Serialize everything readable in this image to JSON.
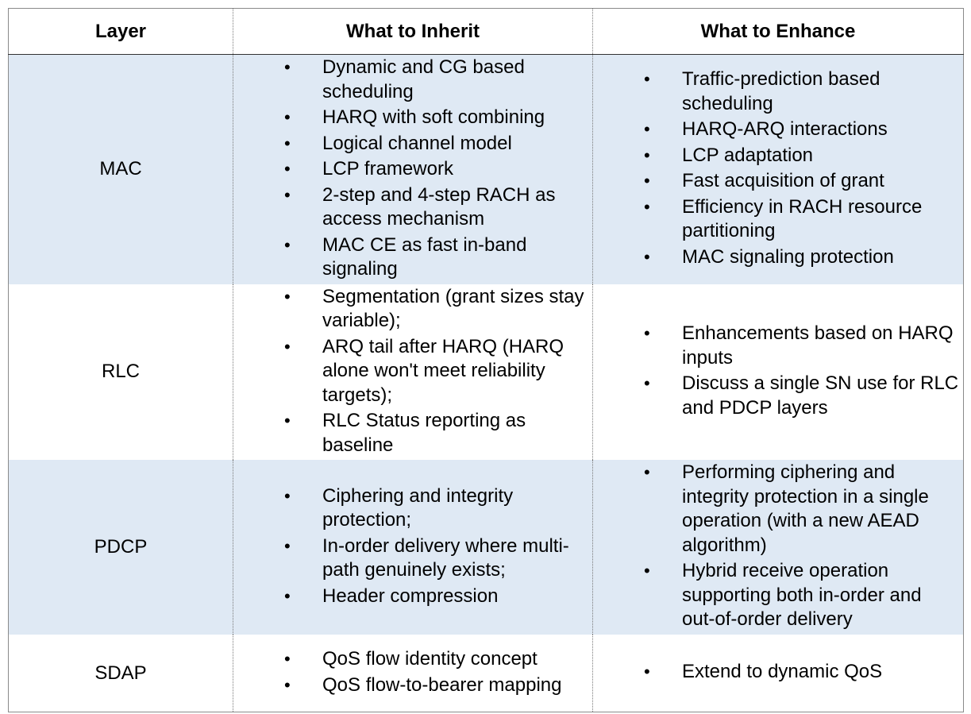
{
  "headers": {
    "layer": "Layer",
    "inherit": "What to Inherit",
    "enhance": "What to Enhance"
  },
  "rows": [
    {
      "layer": "MAC",
      "shaded": true,
      "inherit": [
        "Dynamic and CG based scheduling",
        "HARQ with soft combining",
        "Logical channel model",
        "LCP framework",
        "2-step and 4-step RACH as access mechanism",
        "MAC CE as fast in-band signaling"
      ],
      "enhance": [
        "Traffic-prediction based scheduling",
        "HARQ-ARQ interactions",
        "LCP adaptation",
        "Fast acquisition of grant",
        "Efficiency in RACH resource partitioning",
        "MAC signaling protection"
      ]
    },
    {
      "layer": "RLC",
      "shaded": false,
      "inherit": [
        "Segmentation (grant sizes stay variable);",
        "ARQ tail after HARQ (HARQ alone won't meet reliability targets);",
        "RLC Status reporting as baseline"
      ],
      "enhance": [
        "Enhancements based on HARQ inputs",
        "Discuss a single SN use for RLC and PDCP layers"
      ]
    },
    {
      "layer": "PDCP",
      "shaded": true,
      "inherit": [
        "Ciphering and integrity protection;",
        "In-order delivery where multi-path genuinely exists;",
        "Header compression"
      ],
      "enhance": [
        "Performing ciphering and integrity protection in a single operation (with a new AEAD algorithm)",
        "Hybrid receive operation supporting both in-order and out-of-order delivery"
      ]
    },
    {
      "layer": "SDAP",
      "shaded": false,
      "inherit": [
        "QoS flow identity concept",
        "QoS flow-to-bearer mapping"
      ],
      "enhance": [
        "Extend to dynamic QoS"
      ]
    }
  ],
  "colors": {
    "shaded_row": "#dfe9f4",
    "plain_row": "#ffffff",
    "border": "#7a7a7a"
  }
}
